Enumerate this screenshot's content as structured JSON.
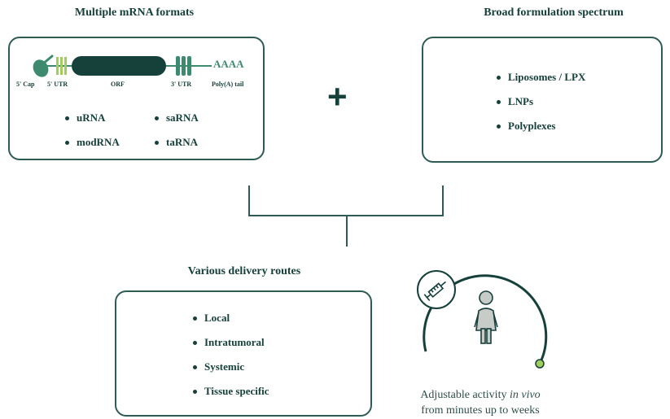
{
  "formats": {
    "title": "Multiple mRNA formats",
    "labels": {
      "cap": "5' Cap",
      "utr5": "5' UTR",
      "orf": "ORF",
      "utr3": "3' UTR",
      "polya_text": "AAAA",
      "polya_tail": "Poly(A) tail"
    },
    "types": [
      "uRNA",
      "saRNA",
      "modRNA",
      "taRNA"
    ]
  },
  "plus": "+",
  "formulation": {
    "title": "Broad formulation spectrum",
    "items": [
      "Liposomes / LPX",
      "LNPs",
      "Polyplexes"
    ]
  },
  "routes": {
    "title": "Various delivery routes",
    "items": [
      "Local",
      "Intratumoral",
      "Systemic",
      "Tissue specific"
    ]
  },
  "activity": {
    "caption_prefix": "Adjustable activity ",
    "caption_italic": "in vivo",
    "caption_line2": "from minutes up to weeks",
    "icons": [
      "syringe-icon",
      "person-icon"
    ]
  },
  "colors": {
    "dark_teal": "#16403a",
    "mid_green": "#3e8a6f",
    "light_green": "#9fcf5a",
    "line": "#2e5c55"
  }
}
